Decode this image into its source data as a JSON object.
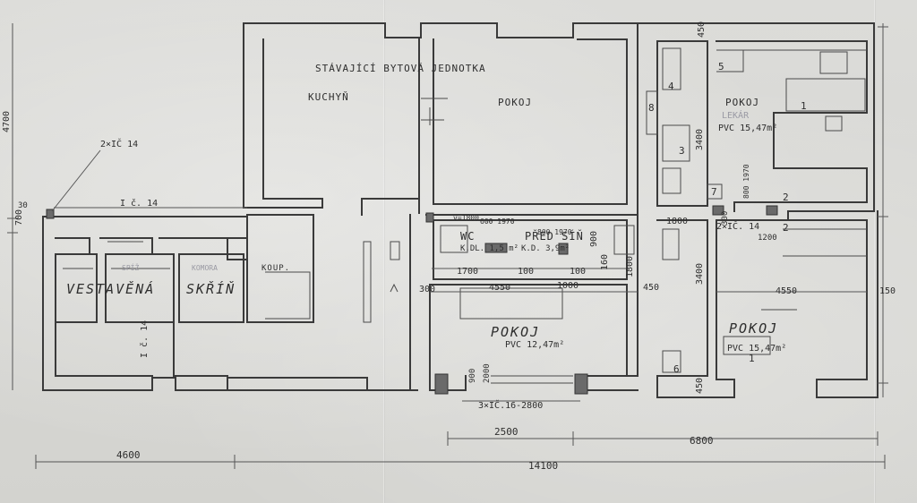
{
  "rooms": {
    "existing_unit": "STÁVAJÍCÍ BYTOVÁ JEDNOTKA",
    "kitchen": "KUCHYŇ",
    "room_top": "POKOJ",
    "room_right_top": "POKOJ",
    "room_right_top_floor": "PVC 15,47m²",
    "room_right_top_note": "LEKÁR",
    "wc": "WC",
    "wc_floor": "K.DL. 1,5 m²",
    "hall": "PŘED SÍŇ",
    "hall_floor": "K.D. 3,9m²",
    "bath": "KOUP.",
    "built_in": "VESTAVĚNÁ",
    "closet": "SKŘÍŇ",
    "faint_1": "SPÍŽ",
    "faint_2": "KOMORA",
    "room_bottom": "POKOJ",
    "room_bottom_floor": "PVC 12,47m²",
    "room_right_bottom": "POKOJ",
    "room_right_bottom_floor": "PVC 15,47m²"
  },
  "labels": {
    "window_a": "2×IČ 14",
    "lintel_left": "I č. 14",
    "lintel_vertical": "I č. 14",
    "window_b": "2×IČ. 14",
    "window_c": "3×IČ.16-2800",
    "door_wc": "600 1970",
    "door_hall": "800 1970",
    "door_right": "800 1970",
    "v1800": "v=1800"
  },
  "dimensions": {
    "total": "14100",
    "left_part": "4600",
    "right_part": "6800",
    "window_span": "2500",
    "height": "4700",
    "top_offset": "700",
    "d450_top": "450",
    "d3400_top": "3400",
    "d3400_bottom": "3400",
    "d450_bottom": "450",
    "d450_mid": "450",
    "d4550_left": "4550",
    "d4550_right": "4550",
    "d150": "150",
    "d1700": "1700",
    "d100a": "100",
    "d100b": "100",
    "d1000": "1000",
    "d300": "300",
    "d1800_right": "1800",
    "d900": "900",
    "d1800_hall": "1800",
    "d160": "160",
    "d1200": "1200",
    "d900_win": "900",
    "d2000_win": "2000",
    "d300_side": "300",
    "d30": "30"
  },
  "markers": [
    "1",
    "2",
    "2",
    "3",
    "4",
    "5",
    "6",
    "7",
    "8",
    "1"
  ]
}
